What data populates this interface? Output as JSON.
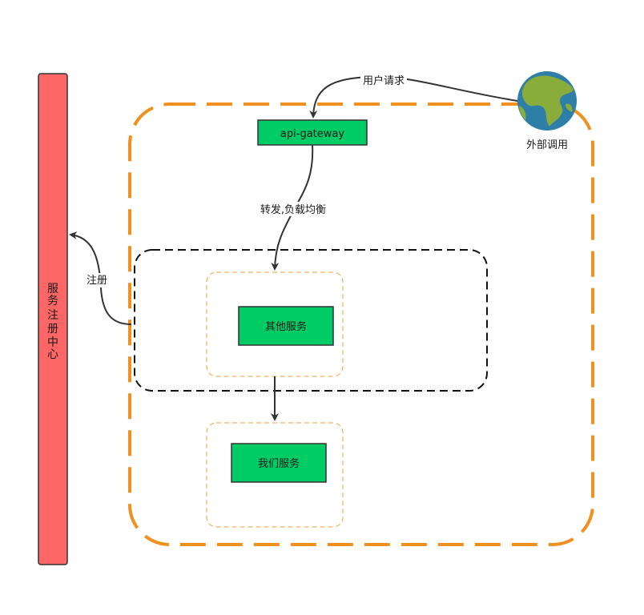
{
  "registry": {
    "label": "服务注册中心",
    "chars": [
      "服",
      "务",
      "注",
      "册",
      "中",
      "心"
    ]
  },
  "gateway": {
    "label": "api-gateway"
  },
  "globe": {
    "label": "外部调用",
    "icon": "globe-icon"
  },
  "edges": {
    "user_request": "用户请求",
    "forward": "转发,负载均衡",
    "register": "注册"
  },
  "services": {
    "other": "其他服务",
    "ours": "我们服务"
  },
  "colors": {
    "registry_fill": "#ff6666",
    "service_fill": "#00cc66",
    "outer_border": "#f0901e",
    "inner_border": "#f0a040",
    "arrow": "#333333",
    "globe_ocean": "#2e7fa8",
    "globe_land": "#8aac3a"
  }
}
